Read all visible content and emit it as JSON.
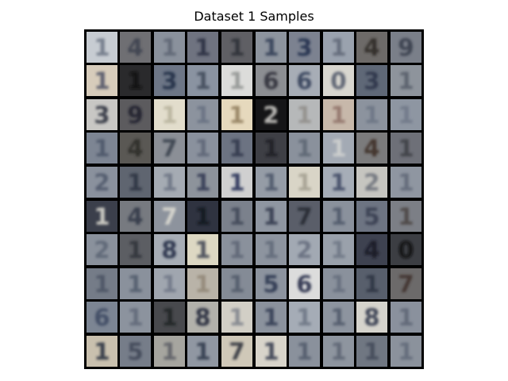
{
  "figure": {
    "title": "Dataset 1 Samples"
  },
  "grid": {
    "rows": 10,
    "cols": 10,
    "tiles": [
      {
        "bg": "#c7ccd2",
        "ink": "#6b7383",
        "glyph": "1"
      },
      {
        "bg": "#6f6f73",
        "ink": "#3b3f4d",
        "glyph": "4"
      },
      {
        "bg": "#8a919c",
        "ink": "#5c6472",
        "glyph": "1"
      },
      {
        "bg": "#6f7380",
        "ink": "#262b3e",
        "glyph": "1"
      },
      {
        "bg": "#5f5f64",
        "ink": "#2b2d36",
        "glyph": "1"
      },
      {
        "bg": "#8d949e",
        "ink": "#2d3a52",
        "glyph": "1"
      },
      {
        "bg": "#7c8290",
        "ink": "#1e2b4a",
        "glyph": "3"
      },
      {
        "bg": "#9aa2ae",
        "ink": "#5d6574",
        "glyph": "1"
      },
      {
        "bg": "#6d6a68",
        "ink": "#2a2622",
        "glyph": "4"
      },
      {
        "bg": "#7a7f89",
        "ink": "#363b48",
        "glyph": "9"
      },
      {
        "bg": "#d7ccbb",
        "ink": "#4b5063",
        "glyph": "1"
      },
      {
        "bg": "#2a2a2c",
        "ink": "#0a0a0a",
        "glyph": "1"
      },
      {
        "bg": "#6d7686",
        "ink": "#1d2942",
        "glyph": "3"
      },
      {
        "bg": "#8a93a1",
        "ink": "#3d4657",
        "glyph": "1"
      },
      {
        "bg": "#dcdcda",
        "ink": "#8e918f",
        "glyph": "1"
      },
      {
        "bg": "#8c8e92",
        "ink": "#2a2c36",
        "glyph": "6"
      },
      {
        "bg": "#a7adb6",
        "ink": "#2f3a55",
        "glyph": "6"
      },
      {
        "bg": "#d8d6cf",
        "ink": "#4d5466",
        "glyph": "0"
      },
      {
        "bg": "#5f6877",
        "ink": "#2a3346",
        "glyph": "3"
      },
      {
        "bg": "#8e949c",
        "ink": "#555c68",
        "glyph": "1"
      },
      {
        "bg": "#c8c7c4",
        "ink": "#252a39",
        "glyph": "3"
      },
      {
        "bg": "#5c5b5e",
        "ink": "#1b1f2b",
        "glyph": "9"
      },
      {
        "bg": "#e2ddcc",
        "ink": "#b5b09a",
        "glyph": "1"
      },
      {
        "bg": "#8c939e",
        "ink": "#667081",
        "glyph": "1"
      },
      {
        "bg": "#e6d9bd",
        "ink": "#8e7a5a",
        "glyph": "1"
      },
      {
        "bg": "#151517",
        "ink": "#d2d0cc",
        "glyph": "2"
      },
      {
        "bg": "#b6b8b9",
        "ink": "#8f8c88",
        "glyph": "1"
      },
      {
        "bg": "#c7b8aa",
        "ink": "#8e6f66",
        "glyph": "1"
      },
      {
        "bg": "#8c939e",
        "ink": "#6a7383",
        "glyph": "1"
      },
      {
        "bg": "#8e96a2",
        "ink": "#6e7787",
        "glyph": "1"
      },
      {
        "bg": "#7d8593",
        "ink": "#4a5366",
        "glyph": "1"
      },
      {
        "bg": "#5a5854",
        "ink": "#2c2a27",
        "glyph": "4"
      },
      {
        "bg": "#8b8f96",
        "ink": "#353c4a",
        "glyph": "7"
      },
      {
        "bg": "#8a919d",
        "ink": "#5b6474",
        "glyph": "1"
      },
      {
        "bg": "#6c7382",
        "ink": "#2f3649",
        "glyph": "1"
      },
      {
        "bg": "#3e3f45",
        "ink": "#1a1b20",
        "glyph": "1"
      },
      {
        "bg": "#8a919c",
        "ink": "#5a6371",
        "glyph": "1"
      },
      {
        "bg": "#a3aab4",
        "ink": "#d3d4d2",
        "glyph": "1"
      },
      {
        "bg": "#7b7b7c",
        "ink": "#3a2c24",
        "glyph": "4"
      },
      {
        "bg": "#6e7078",
        "ink": "#3b3c43",
        "glyph": "1"
      },
      {
        "bg": "#8a919d",
        "ink": "#4e5769",
        "glyph": "2"
      },
      {
        "bg": "#5f6570",
        "ink": "#2b3141",
        "glyph": "1"
      },
      {
        "bg": "#a5abb3",
        "ink": "#6a7282",
        "glyph": "1"
      },
      {
        "bg": "#8d939b",
        "ink": "#2e3650",
        "glyph": "1"
      },
      {
        "bg": "#d0d0d0",
        "ink": "#1c2550",
        "glyph": "1"
      },
      {
        "bg": "#959ca6",
        "ink": "#4a5366",
        "glyph": "1"
      },
      {
        "bg": "#d9d5c7",
        "ink": "#a19d8e",
        "glyph": "1"
      },
      {
        "bg": "#a6adb7",
        "ink": "#3b4460",
        "glyph": "1"
      },
      {
        "bg": "#c6c5c0",
        "ink": "#6a6e78",
        "glyph": "2"
      },
      {
        "bg": "#8f96a1",
        "ink": "#5e6676",
        "glyph": "1"
      },
      {
        "bg": "#3b3f4b",
        "ink": "#e2e0d6",
        "glyph": "1"
      },
      {
        "bg": "#777a80",
        "ink": "#2f3545",
        "glyph": "4"
      },
      {
        "bg": "#8d939d",
        "ink": "#e1dfd5",
        "glyph": "7"
      },
      {
        "bg": "#2f3340",
        "ink": "#10131b",
        "glyph": "1"
      },
      {
        "bg": "#7b818c",
        "ink": "#3d4454",
        "glyph": "1"
      },
      {
        "bg": "#8f96a1",
        "ink": "#2e3548",
        "glyph": "1"
      },
      {
        "bg": "#5a5e69",
        "ink": "#22262f",
        "glyph": "7"
      },
      {
        "bg": "#8a919c",
        "ink": "#4c5566",
        "glyph": "1"
      },
      {
        "bg": "#6d7482",
        "ink": "#343b4d",
        "glyph": "5"
      },
      {
        "bg": "#7c7f86",
        "ink": "#48433f",
        "glyph": "1"
      },
      {
        "bg": "#8a919c",
        "ink": "#5a6373",
        "glyph": "2"
      },
      {
        "bg": "#5c5e63",
        "ink": "#2d3038",
        "glyph": "1"
      },
      {
        "bg": "#a7adb5",
        "ink": "#1f2740",
        "glyph": "8"
      },
      {
        "bg": "#ddd8c3",
        "ink": "#3a414f",
        "glyph": "1"
      },
      {
        "bg": "#8a919c",
        "ink": "#5b6373",
        "glyph": "1"
      },
      {
        "bg": "#8d949f",
        "ink": "#5f6777",
        "glyph": "1"
      },
      {
        "bg": "#a2a9b3",
        "ink": "#636b7c",
        "glyph": "2"
      },
      {
        "bg": "#9aa1ab",
        "ink": "#6c7483",
        "glyph": "1"
      },
      {
        "bg": "#3e4250",
        "ink": "#131624",
        "glyph": "4"
      },
      {
        "bg": "#3c3e43",
        "ink": "#0c0d10",
        "glyph": "0"
      },
      {
        "bg": "#757c88",
        "ink": "#4a5162",
        "glyph": "1"
      },
      {
        "bg": "#8a919c",
        "ink": "#505a6b",
        "glyph": "1"
      },
      {
        "bg": "#a0a6af",
        "ink": "#6e7686",
        "glyph": "1"
      },
      {
        "bg": "#b9b3a8",
        "ink": "#8f8474",
        "glyph": "1"
      },
      {
        "bg": "#848b96",
        "ink": "#4f5868",
        "glyph": "1"
      },
      {
        "bg": "#8c939e",
        "ink": "#27314b",
        "glyph": "5"
      },
      {
        "bg": "#dcdcdc",
        "ink": "#1d2440",
        "glyph": "6"
      },
      {
        "bg": "#8a919c",
        "ink": "#636c7b",
        "glyph": "1"
      },
      {
        "bg": "#585f6c",
        "ink": "#2b3140",
        "glyph": "1"
      },
      {
        "bg": "#6c6a6a",
        "ink": "#3d2f29",
        "glyph": "7"
      },
      {
        "bg": "#7c8593",
        "ink": "#3a4660",
        "glyph": "6"
      },
      {
        "bg": "#8c939e",
        "ink": "#5e6677",
        "glyph": "1"
      },
      {
        "bg": "#48494d",
        "ink": "#1f2024",
        "glyph": "1"
      },
      {
        "bg": "#b2b1ab",
        "ink": "#1d2135",
        "glyph": "8"
      },
      {
        "bg": "#d2cfc6",
        "ink": "#7d818a",
        "glyph": "1"
      },
      {
        "bg": "#8b929d",
        "ink": "#2f384f",
        "glyph": "1"
      },
      {
        "bg": "#a5acb6",
        "ink": "#6a7382",
        "glyph": "1"
      },
      {
        "bg": "#8d949f",
        "ink": "#4d5667",
        "glyph": "1"
      },
      {
        "bg": "#d5d3cc",
        "ink": "#2b3347",
        "glyph": "8"
      },
      {
        "bg": "#8a919d",
        "ink": "#5b6373",
        "glyph": "1"
      },
      {
        "bg": "#c9c0ae",
        "ink": "#242a3a",
        "glyph": "1"
      },
      {
        "bg": "#767d89",
        "ink": "#3d4455",
        "glyph": "5"
      },
      {
        "bg": "#a6a59f",
        "ink": "#5a5c63",
        "glyph": "1"
      },
      {
        "bg": "#9097a2",
        "ink": "#2b3447",
        "glyph": "1"
      },
      {
        "bg": "#cfc8b8",
        "ink": "#262a36",
        "glyph": "7"
      },
      {
        "bg": "#d8d4ca",
        "ink": "#2f3548",
        "glyph": "1"
      },
      {
        "bg": "#8a919c",
        "ink": "#4f5869",
        "glyph": "1"
      },
      {
        "bg": "#8e959f",
        "ink": "#5a6271",
        "glyph": "1"
      },
      {
        "bg": "#707782",
        "ink": "#3f4656",
        "glyph": "1"
      },
      {
        "bg": "#8b929c",
        "ink": "#5f6777",
        "glyph": "1"
      }
    ]
  }
}
